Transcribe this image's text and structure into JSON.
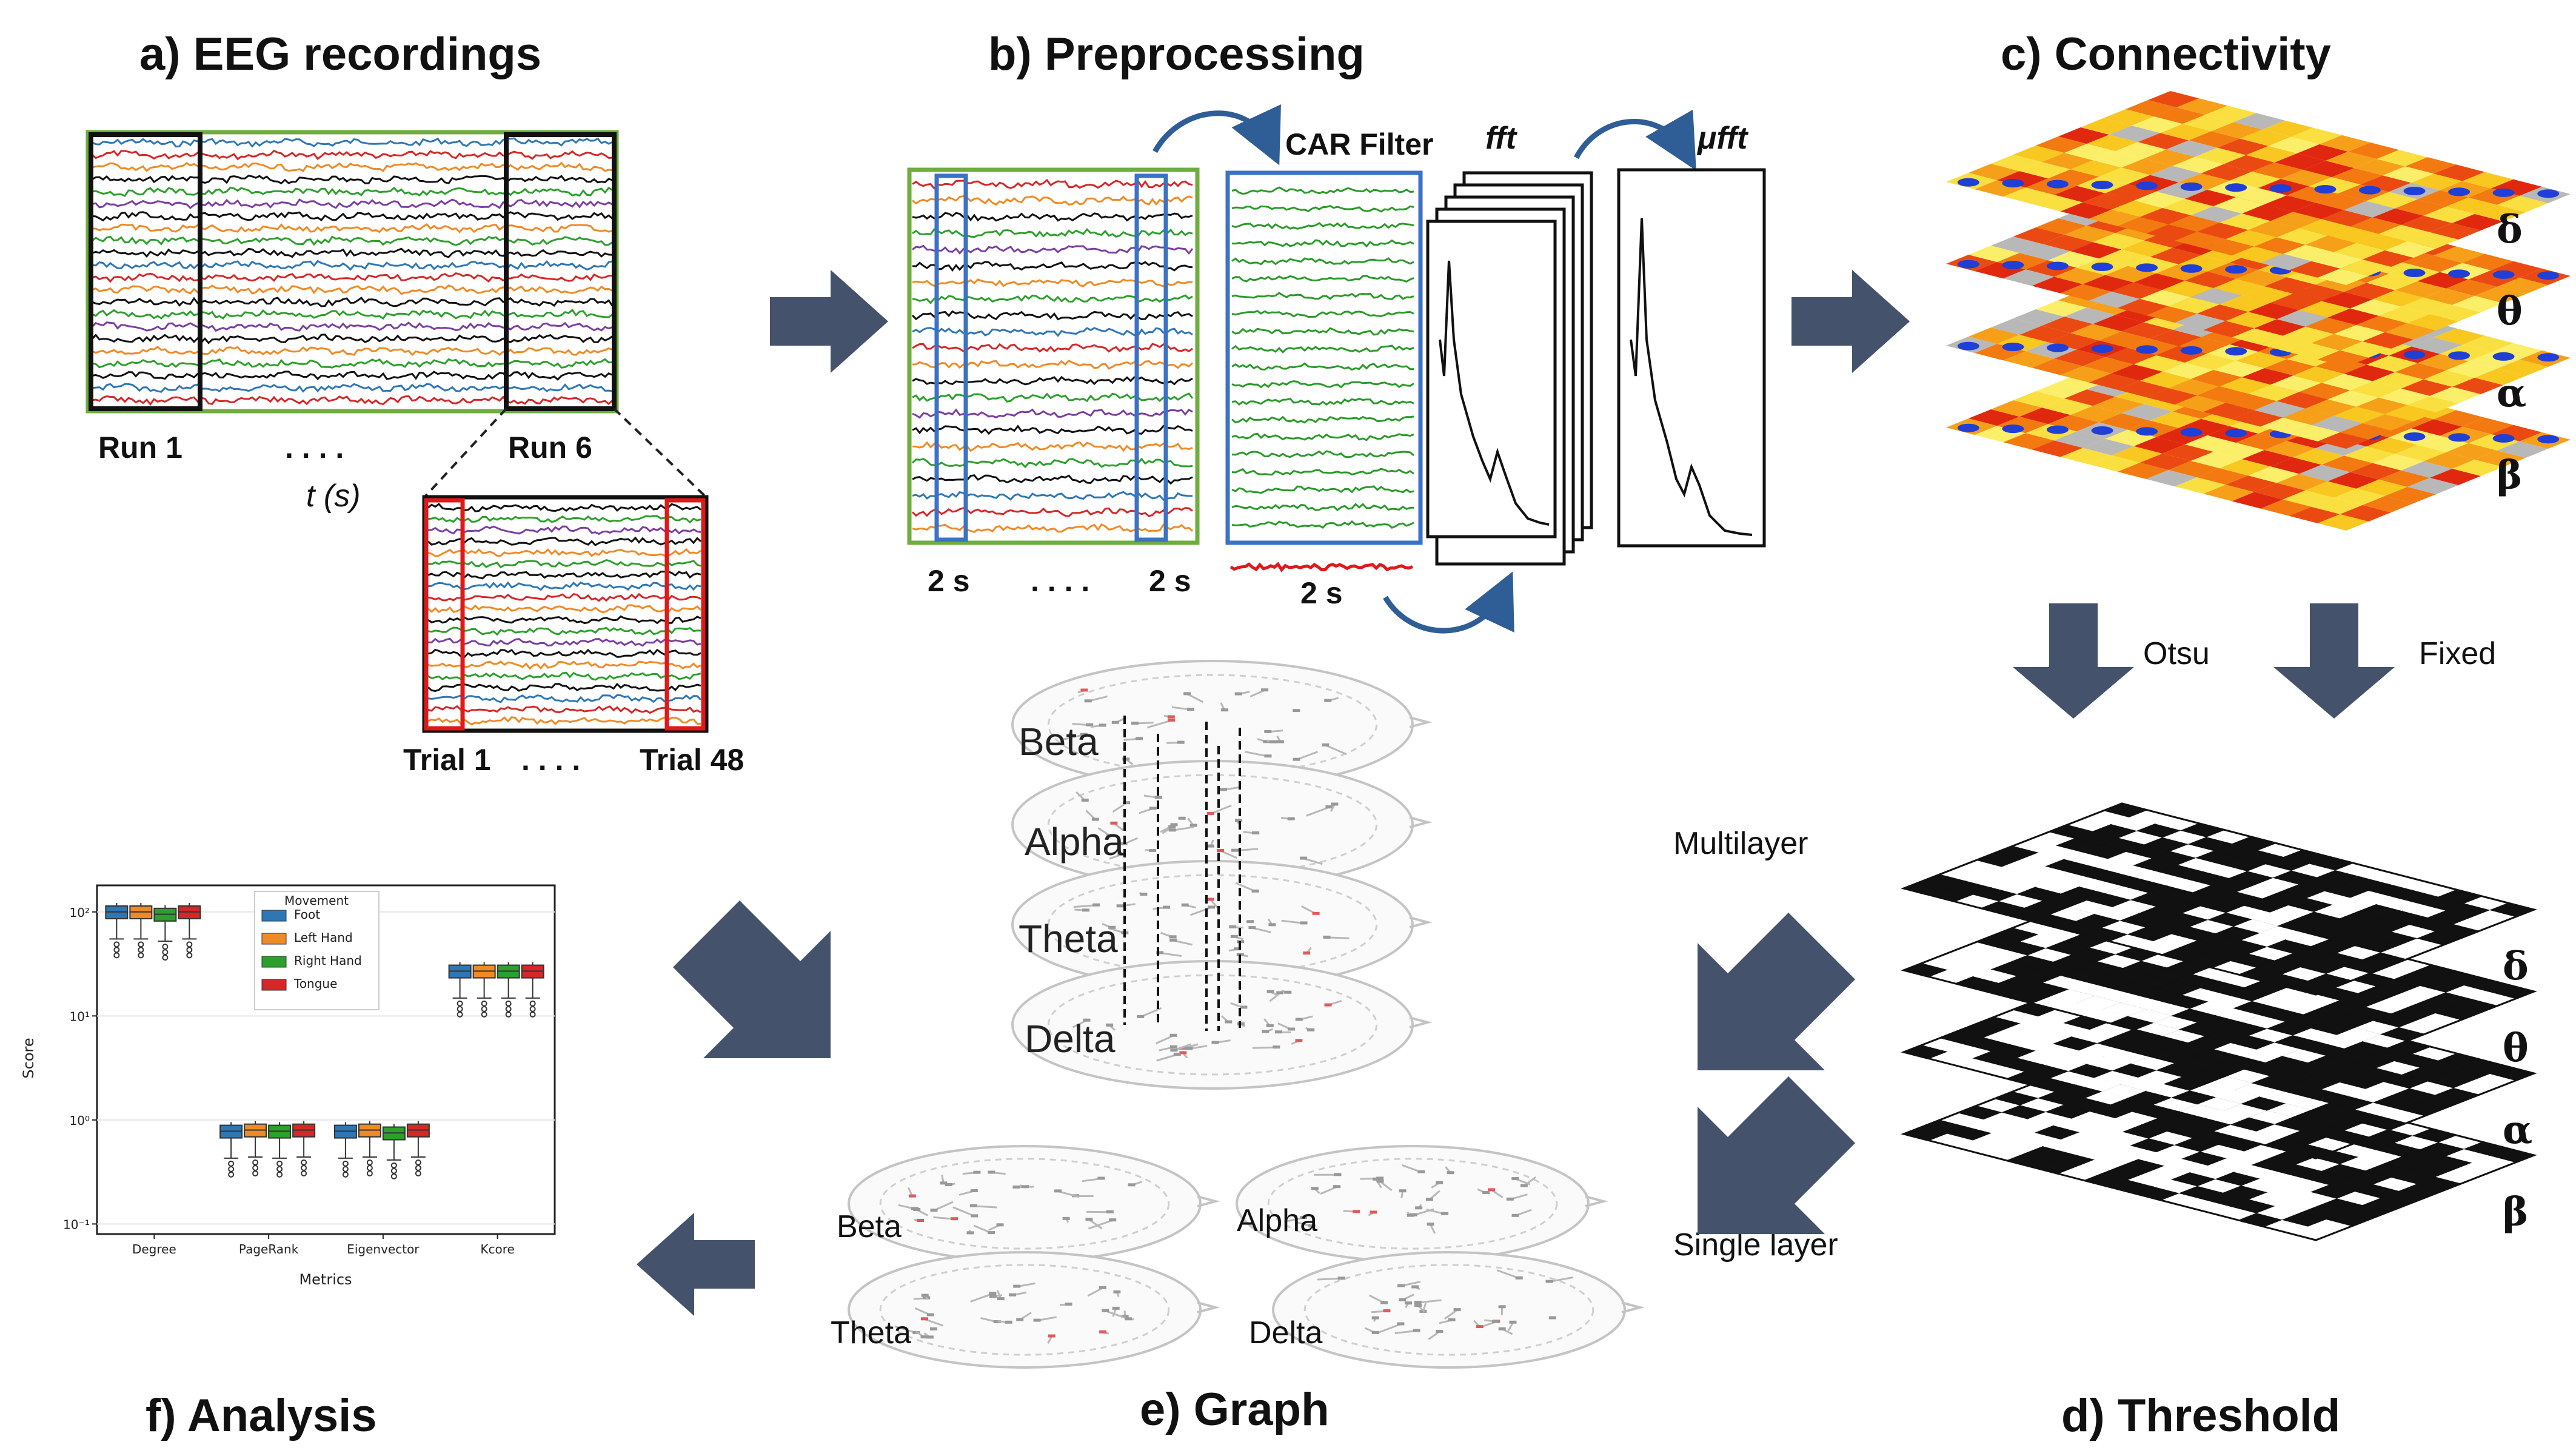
{
  "panels": {
    "a_title": "a)  EEG recordings",
    "b_title": "b)  Preprocessing",
    "c_title": "c)  Connectivity",
    "d_title": "d)  Threshold",
    "e_title": "e)  Graph",
    "f_title": "f)  Analysis"
  },
  "eeg": {
    "run_start": "Run 1",
    "dots": ". . . .",
    "run_end": "Run 6",
    "time_axis": "t (s)",
    "trial_start": "Trial 1",
    "trial_dots": ". . . .",
    "trial_end": "Trial 48"
  },
  "preprocessing": {
    "window_start": "2 s",
    "dots": ". . . .",
    "window_end": "2 s",
    "car_label": "CAR Filter",
    "car_window": "2 s",
    "fft_label": "fft",
    "mufft_label": "μfft"
  },
  "connectivity": {
    "bands": [
      "δ",
      "θ",
      "α",
      "β"
    ]
  },
  "threshold": {
    "otsu": "Otsu",
    "fixed": "Fixed",
    "bands": [
      "δ",
      "θ",
      "α",
      "β"
    ],
    "multilayer": "Multilayer",
    "single_layer": "Single layer"
  },
  "graph": {
    "multilayer_bands": [
      "Beta",
      "Alpha",
      "Theta",
      "Delta"
    ],
    "single_bands": [
      "Beta",
      "Alpha",
      "Theta",
      "Delta"
    ]
  },
  "chart_data": {
    "type": "box",
    "title": "",
    "xlabel": "Metrics",
    "ylabel": "Score",
    "yscale": "log",
    "ylim": [
      0.1,
      150
    ],
    "y_ticks": [
      "10⁻¹",
      "10⁰",
      "10¹",
      "10²"
    ],
    "categories": [
      "Degree",
      "PageRank",
      "Eigenvector",
      "Kcore"
    ],
    "legend_title": "Movement",
    "series": [
      {
        "name": "Foot",
        "color": "#2f77b4",
        "medians": [
          100,
          0.78,
          0.78,
          27
        ]
      },
      {
        "name": "Left Hand",
        "color": "#f08a24",
        "medians": [
          100,
          0.8,
          0.8,
          27
        ]
      },
      {
        "name": "Right Hand",
        "color": "#2ca02c",
        "medians": [
          95,
          0.78,
          0.75,
          27
        ]
      },
      {
        "name": "Tongue",
        "color": "#d62728",
        "medians": [
          100,
          0.8,
          0.8,
          27
        ]
      }
    ]
  }
}
